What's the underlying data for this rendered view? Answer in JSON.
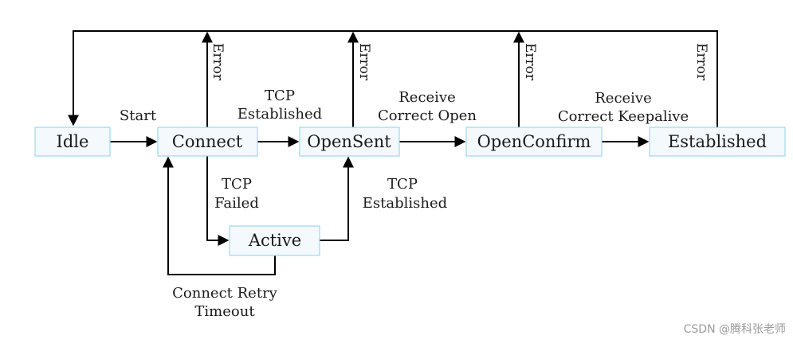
{
  "states": {
    "idle": "Idle",
    "connect": "Connect",
    "opensent": "OpenSent",
    "openconfirm": "OpenConfirm",
    "established": "Established",
    "active": "Active"
  },
  "edges": {
    "start": "Start",
    "tcp_established_top": [
      "TCP",
      "Established"
    ],
    "receive_open": [
      "Receive",
      "Correct Open"
    ],
    "receive_keepalive": [
      "Receive",
      "Correct Keepalive"
    ],
    "tcp_failed": [
      "TCP",
      "Failed"
    ],
    "tcp_established_bottom": [
      "TCP",
      "Established"
    ],
    "connect_retry": [
      "Connect Retry",
      "Timeout"
    ]
  },
  "error_label": "Error",
  "watermark": "CSDN @腾科张老师",
  "colors": {
    "box_fill": "#f3f9fc",
    "box_border": "#9fd8ea",
    "line": "#000000"
  }
}
